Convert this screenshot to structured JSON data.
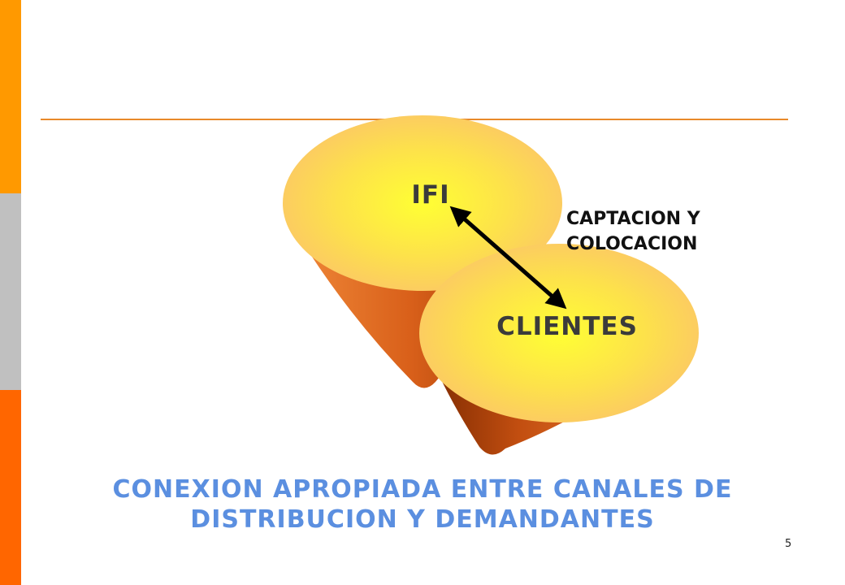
{
  "colors": {
    "sidebar_top": "#FF9900",
    "sidebar_middle": "#C0C0C0",
    "sidebar_bottom": "#FF6600",
    "header_line": "#E8892A",
    "caption_text": "#5B8FE0",
    "ellipse_center": "#FFFF33",
    "ellipse_edge": "#FBC766",
    "cone_dark": "#8A2E00",
    "cone_light": "#F08A3A"
  },
  "diagram": {
    "top_node_label": "IFI",
    "bottom_node_label": "CLIENTES",
    "connector_label_line1": "CAPTACION Y",
    "connector_label_line2": "COLOCACION",
    "connector_icon": "double-arrow-icon"
  },
  "caption": {
    "line1": "CONEXION APROPIADA ENTRE CANALES DE",
    "line2": "DISTRIBUCION Y DEMANDANTES"
  },
  "page_number": "5"
}
